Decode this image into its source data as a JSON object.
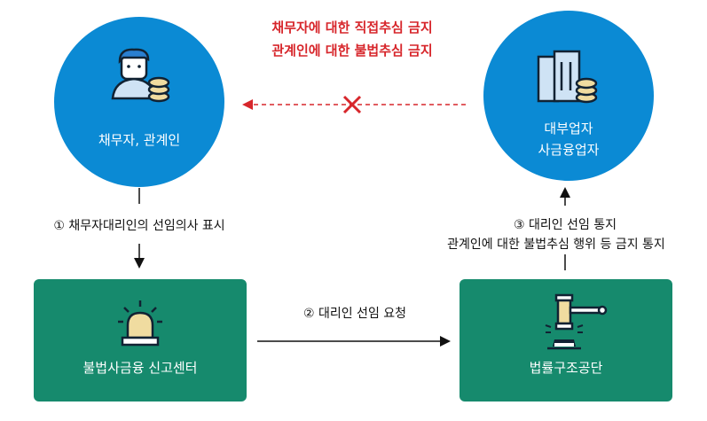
{
  "nodes": {
    "debtor": {
      "label": "채무자, 관계인",
      "icon": "person-with-coins-icon"
    },
    "lender": {
      "label_line1": "대부업자",
      "label_line2": "사금융업자",
      "icon": "buildings-with-coins-icon"
    },
    "report_center": {
      "label": "불법사금융 신고센터",
      "icon": "siren-icon"
    },
    "legal_aid": {
      "label": "법률구조공단",
      "icon": "gavel-icon"
    }
  },
  "edges": {
    "prohibited": {
      "line1": "채무자에 대한 직접추심 금지",
      "line2": "관계인에 대한 불법추심 금지"
    },
    "step1": "① 채무자대리인의 선임의사 표시",
    "step2": "② 대리인 선임 요청",
    "step3": {
      "line1": "③ 대리인 선임 통지",
      "line2": "관계인에 대한 불법추심 행위 등 금지 통지"
    }
  },
  "colors": {
    "circle": "#0b8ad4",
    "box": "#168a6d",
    "prohibited": "#d7262b"
  }
}
